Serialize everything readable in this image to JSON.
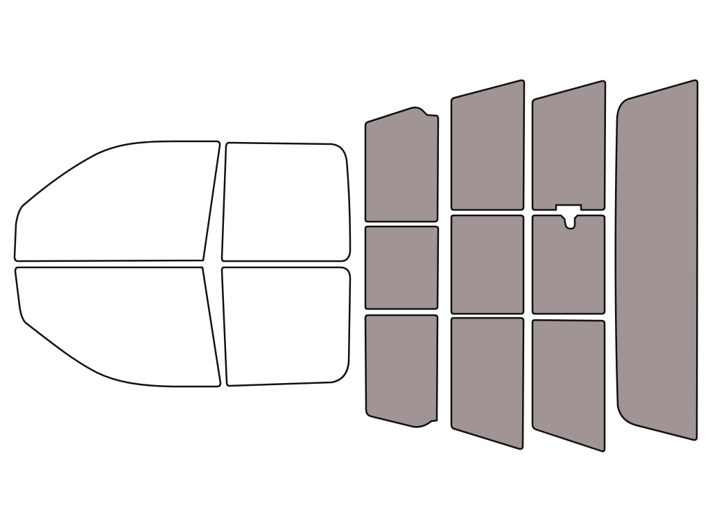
{
  "colors": {
    "background": "#ffffff",
    "outline": "#111111",
    "tinted": "#a09594",
    "untinted": "#ffffff"
  },
  "panes": [
    {
      "id": "front-door-upper-left",
      "state": "untinted"
    },
    {
      "id": "front-door-lower-left",
      "state": "untinted"
    },
    {
      "id": "rear-door-upper-left",
      "state": "untinted"
    },
    {
      "id": "rear-door-lower-left",
      "state": "untinted"
    },
    {
      "id": "rear-door-upper-right",
      "state": "tinted"
    },
    {
      "id": "rear-door-middle-right",
      "state": "tinted"
    },
    {
      "id": "rear-door-lower-right",
      "state": "tinted"
    },
    {
      "id": "back-left-upper",
      "state": "tinted"
    },
    {
      "id": "back-left-middle",
      "state": "tinted"
    },
    {
      "id": "back-left-lower",
      "state": "tinted"
    },
    {
      "id": "back-right-upper",
      "state": "tinted"
    },
    {
      "id": "back-right-middle",
      "state": "tinted"
    },
    {
      "id": "back-right-lower",
      "state": "tinted"
    },
    {
      "id": "front-door-right",
      "state": "tinted"
    }
  ]
}
